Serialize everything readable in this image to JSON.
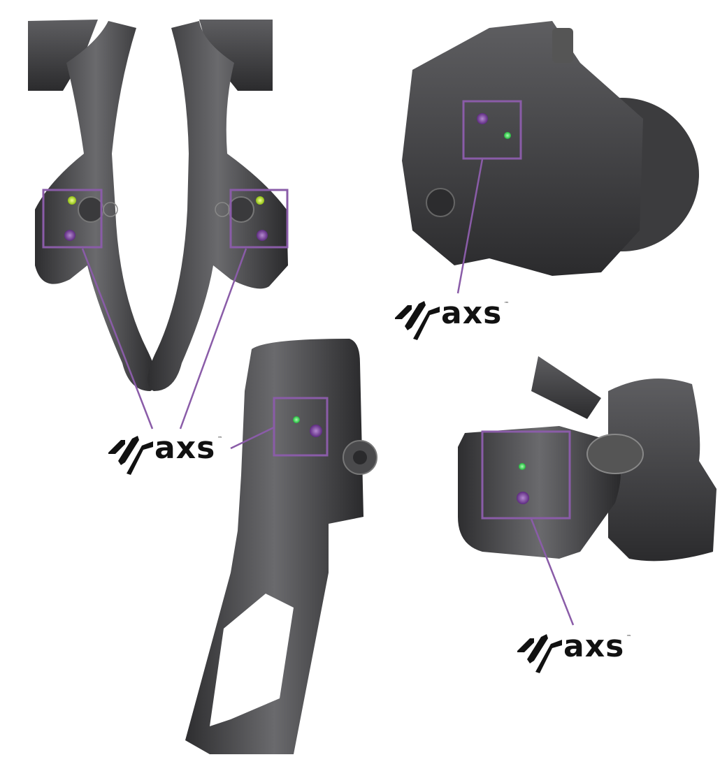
{
  "brand": {
    "logo_text": "axs",
    "trademark": "™"
  },
  "colors": {
    "callout": "#8a5ca8",
    "led_green": "#33dd55",
    "led_yellow_green": "#b8e82a",
    "button_purple": "#7a3f9e",
    "component_gray": "#4a4a4c"
  },
  "components": [
    {
      "name": "left-shifter",
      "led": "yellow-green",
      "button": "purple"
    },
    {
      "name": "right-shifter",
      "led": "yellow-green",
      "button": "purple"
    },
    {
      "name": "rear-derailleur",
      "led": "green",
      "button": "purple"
    },
    {
      "name": "front-derailleur",
      "led": "green",
      "button": "purple"
    },
    {
      "name": "dropper-remote",
      "led": "green",
      "button": "purple"
    }
  ]
}
